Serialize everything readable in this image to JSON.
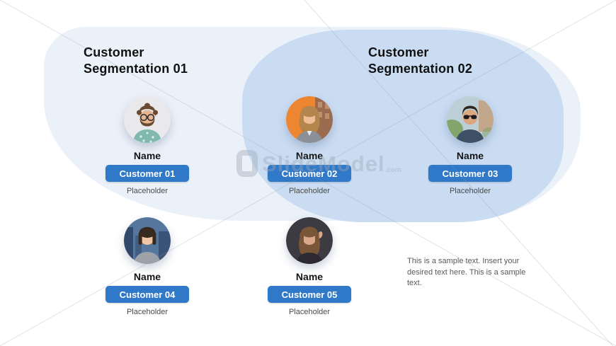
{
  "slide": {
    "background": "#ffffff",
    "button_color": "#3079C8",
    "segments": [
      {
        "title": "Customer\nSegmentation 01",
        "fill": "#EBF1F9"
      },
      {
        "title": "Customer\nSegmentation 02",
        "fill": "#C9DCF2"
      }
    ],
    "body_text": "This is a sample text.  Insert your desired text here. This is a sample text.",
    "watermark": {
      "brand": "SlideModel",
      "suffix": ".com"
    }
  },
  "people": [
    {
      "name_label": "Name",
      "tag": "Customer 01",
      "caption": "Placeholder",
      "photo": {
        "description": "man with curly hair, glasses, beard, floral shirt on light background",
        "bg": "#E9E9EC",
        "hair": "#6B4A32",
        "skin": "#E5B491",
        "shirt": "#7FB9AE",
        "accent": "#2A2A2A"
      }
    },
    {
      "name_label": "Name",
      "tag": "Customer 02",
      "caption": "Placeholder",
      "photo": {
        "description": "smiling woman with long hair, orange wall and brick building background",
        "bg": "#EE8530",
        "bg2": "#9B6B50",
        "hair": "#B5854E",
        "skin": "#EFBE97",
        "shirt": "#8A8F98"
      }
    },
    {
      "name_label": "Name",
      "tag": "Customer 03",
      "caption": "Placeholder",
      "photo": {
        "description": "man with sunglasses and dark polo, blurred city and trees background",
        "bg": "#BCCFD6",
        "bg2": "#7CA05F",
        "bg3": "#C69A74",
        "hair": "#2E2620",
        "skin": "#DCA67F",
        "shirt": "#3E5066",
        "accent": "#1B1B1E"
      }
    },
    {
      "name_label": "Name",
      "tag": "Customer 04",
      "caption": "Placeholder",
      "photo": {
        "description": "girl with dark hair and gray jacket, blue city buildings background",
        "bg": "#55779E",
        "bg2": "#32496B",
        "hair": "#38291F",
        "skin": "#F0C6A6",
        "shirt": "#9CA2A8"
      }
    },
    {
      "name_label": "Name",
      "tag": "Customer 05",
      "caption": "Placeholder",
      "photo": {
        "description": "woman with long brown hair on dark charcoal background",
        "bg": "#3B3B41",
        "hair": "#7A5638",
        "skin": "#DBA98A",
        "shirt": "#2C2A30"
      }
    }
  ]
}
